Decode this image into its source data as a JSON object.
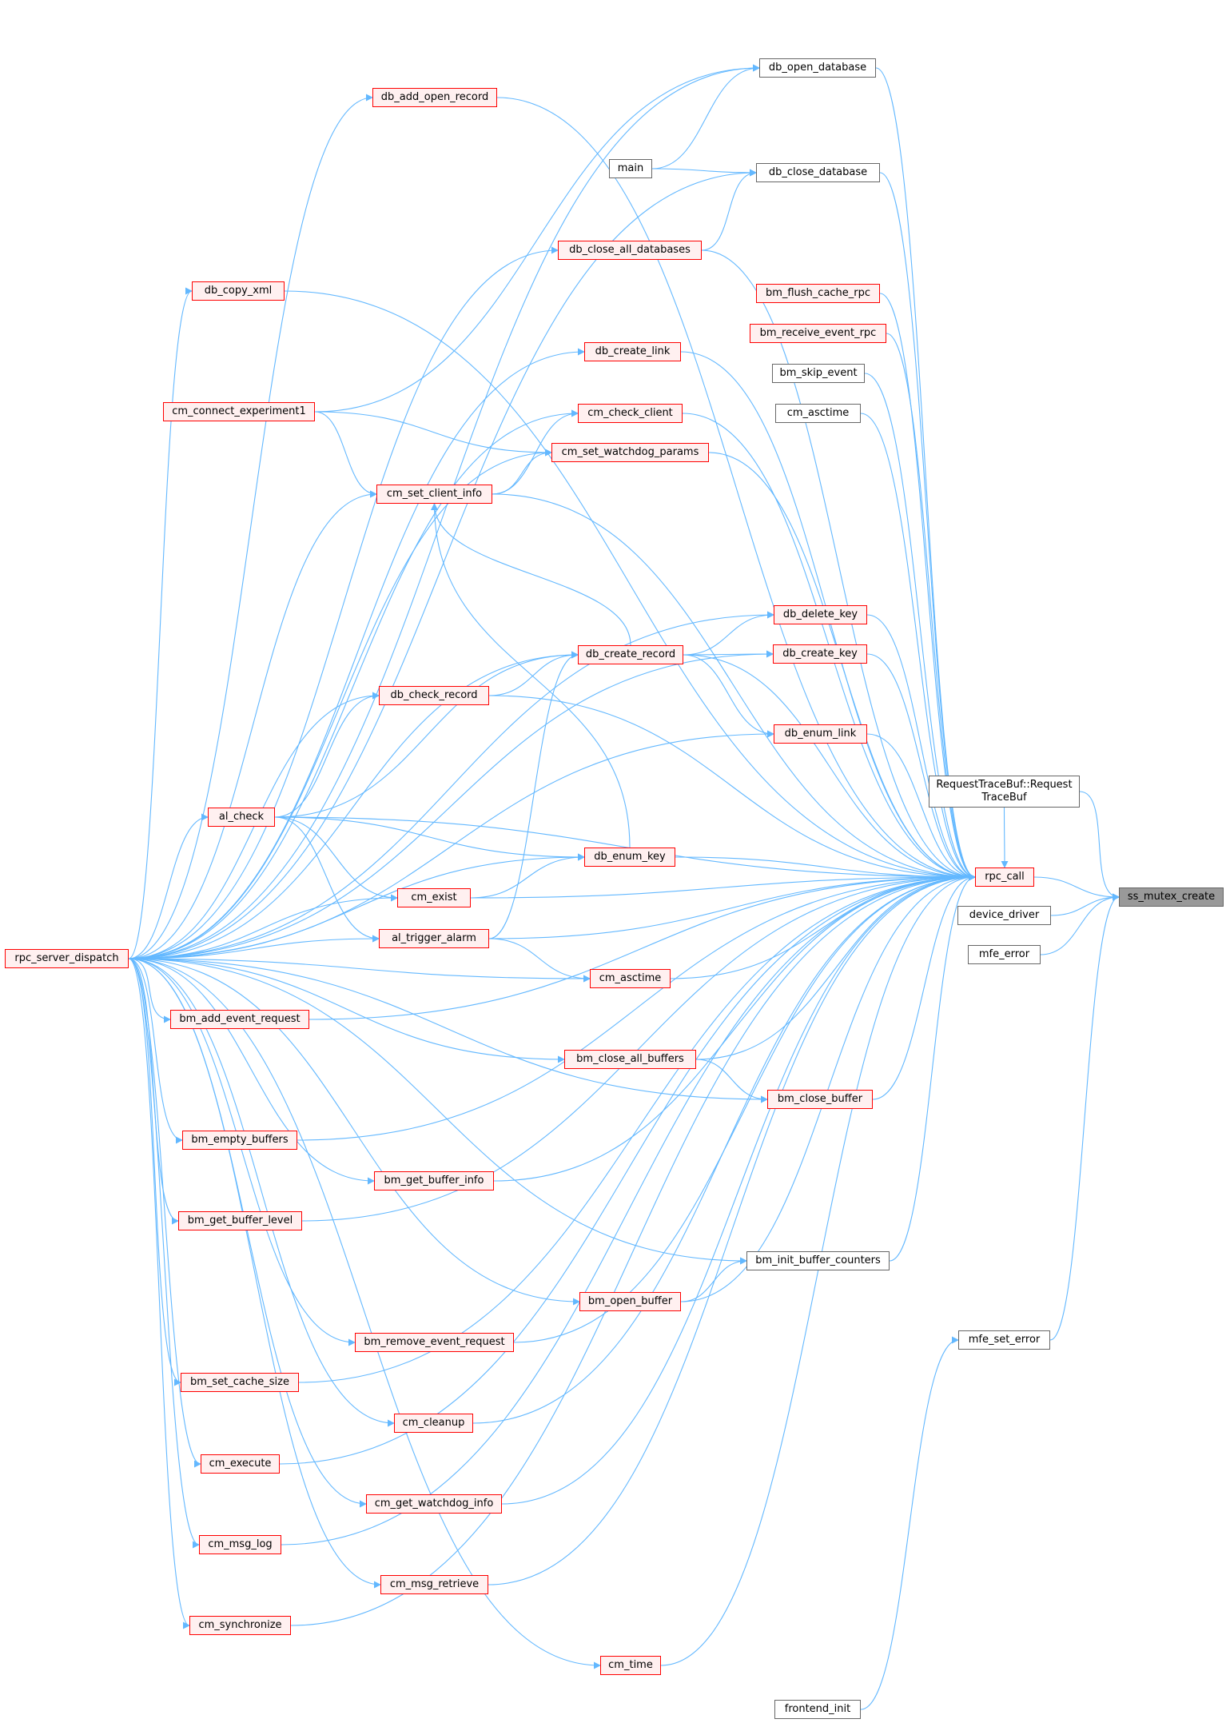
{
  "diagram": {
    "title": "",
    "colors": {
      "edge": "#63b8ff",
      "node_border": "#666666",
      "node_border_incomplete": "#ff0000",
      "node_fill_incomplete": "#fff0f0",
      "target_fill": "#999999"
    },
    "nodes": {
      "ss_mutex_create": "ss_mutex_create",
      "rpc_call": "rpc_call",
      "device_driver": "device_driver",
      "mfe_error": "mfe_error",
      "mfe_set_error": "mfe_set_error",
      "frontend_init": "frontend_init",
      "request_trace_buf": "RequestTraceBuf::Request TraceBuf",
      "rpc_server_dispatch": "rpc_server_dispatch",
      "db_open_database": "db_open_database",
      "db_add_open_record": "db_add_open_record",
      "main": "main",
      "db_close_database": "db_close_database",
      "db_close_all_databases": "db_close_all_databases",
      "db_copy_xml": "db_copy_xml",
      "bm_flush_cache_rpc": "bm_flush_cache_rpc",
      "bm_receive_event_rpc": "bm_receive_event_rpc",
      "bm_skip_event": "bm_skip_event",
      "cm_asctime_plain": "cm_asctime",
      "db_create_link": "db_create_link",
      "cm_connect_experiment1": "cm_connect_experiment1",
      "cm_check_client": "cm_check_client",
      "cm_set_watchdog_params": "cm_set_watchdog_params",
      "cm_set_client_info": "cm_set_client_info",
      "db_delete_key": "db_delete_key",
      "db_create_record": "db_create_record",
      "db_create_key": "db_create_key",
      "db_check_record": "db_check_record",
      "db_enum_link": "db_enum_link",
      "al_check": "al_check",
      "db_enum_key": "db_enum_key",
      "cm_exist": "cm_exist",
      "al_trigger_alarm": "al_trigger_alarm",
      "cm_asctime": "cm_asctime",
      "bm_add_event_request": "bm_add_event_request",
      "bm_close_all_buffers": "bm_close_all_buffers",
      "bm_close_buffer": "bm_close_buffer",
      "bm_empty_buffers": "bm_empty_buffers",
      "bm_get_buffer_info": "bm_get_buffer_info",
      "bm_get_buffer_level": "bm_get_buffer_level",
      "bm_init_buffer_counters": "bm_init_buffer_counters",
      "bm_open_buffer": "bm_open_buffer",
      "bm_remove_event_request": "bm_remove_event_request",
      "bm_set_cache_size": "bm_set_cache_size",
      "cm_cleanup": "cm_cleanup",
      "cm_execute": "cm_execute",
      "cm_get_watchdog_info": "cm_get_watchdog_info",
      "cm_msg_log": "cm_msg_log",
      "cm_msg_retrieve": "cm_msg_retrieve",
      "cm_synchronize": "cm_synchronize",
      "cm_time": "cm_time"
    },
    "edges": [
      [
        "rpc_call",
        "ss_mutex_create"
      ],
      [
        "device_driver",
        "ss_mutex_create"
      ],
      [
        "mfe_error",
        "ss_mutex_create"
      ],
      [
        "mfe_set_error",
        "ss_mutex_create"
      ],
      [
        "request_trace_buf",
        "ss_mutex_create"
      ],
      [
        "frontend_init",
        "mfe_set_error"
      ],
      [
        "db_open_database",
        "rpc_call"
      ],
      [
        "db_add_open_record",
        "rpc_call"
      ],
      [
        "db_close_database",
        "rpc_call"
      ],
      [
        "db_close_all_databases",
        "rpc_call"
      ],
      [
        "db_copy_xml",
        "rpc_call"
      ],
      [
        "bm_flush_cache_rpc",
        "rpc_call"
      ],
      [
        "bm_receive_event_rpc",
        "rpc_call"
      ],
      [
        "bm_skip_event",
        "rpc_call"
      ],
      [
        "cm_asctime_plain",
        "rpc_call"
      ],
      [
        "db_create_link",
        "rpc_call"
      ],
      [
        "cm_check_client",
        "rpc_call"
      ],
      [
        "cm_set_watchdog_params",
        "rpc_call"
      ],
      [
        "cm_set_client_info",
        "rpc_call"
      ],
      [
        "db_delete_key",
        "rpc_call"
      ],
      [
        "db_create_record",
        "rpc_call"
      ],
      [
        "db_create_key",
        "rpc_call"
      ],
      [
        "db_check_record",
        "rpc_call"
      ],
      [
        "db_enum_link",
        "rpc_call"
      ],
      [
        "al_check",
        "rpc_call"
      ],
      [
        "db_enum_key",
        "rpc_call"
      ],
      [
        "cm_exist",
        "rpc_call"
      ],
      [
        "al_trigger_alarm",
        "rpc_call"
      ],
      [
        "cm_asctime",
        "rpc_call"
      ],
      [
        "bm_add_event_request",
        "rpc_call"
      ],
      [
        "bm_close_all_buffers",
        "rpc_call"
      ],
      [
        "bm_close_buffer",
        "rpc_call"
      ],
      [
        "bm_empty_buffers",
        "rpc_call"
      ],
      [
        "bm_get_buffer_info",
        "rpc_call"
      ],
      [
        "bm_get_buffer_level",
        "rpc_call"
      ],
      [
        "bm_init_buffer_counters",
        "rpc_call"
      ],
      [
        "bm_open_buffer",
        "rpc_call"
      ],
      [
        "bm_remove_event_request",
        "rpc_call"
      ],
      [
        "bm_set_cache_size",
        "rpc_call"
      ],
      [
        "cm_cleanup",
        "rpc_call"
      ],
      [
        "cm_execute",
        "rpc_call"
      ],
      [
        "cm_get_watchdog_info",
        "rpc_call"
      ],
      [
        "cm_msg_log",
        "rpc_call"
      ],
      [
        "cm_msg_retrieve",
        "rpc_call"
      ],
      [
        "cm_synchronize",
        "rpc_call"
      ],
      [
        "cm_time",
        "rpc_call"
      ],
      [
        "request_trace_buf",
        "rpc_call"
      ],
      [
        "main",
        "db_open_database"
      ],
      [
        "cm_connect_experiment1",
        "db_open_database"
      ],
      [
        "rpc_server_dispatch",
        "db_open_database"
      ],
      [
        "rpc_server_dispatch",
        "db_add_open_record"
      ],
      [
        "main",
        "db_close_database"
      ],
      [
        "db_close_all_databases",
        "db_close_database"
      ],
      [
        "rpc_server_dispatch",
        "db_close_database"
      ],
      [
        "rpc_server_dispatch",
        "db_close_all_databases"
      ],
      [
        "rpc_server_dispatch",
        "db_copy_xml"
      ],
      [
        "rpc_server_dispatch",
        "db_create_link"
      ],
      [
        "rpc_server_dispatch",
        "cm_check_client"
      ],
      [
        "cm_set_client_info",
        "cm_check_client"
      ],
      [
        "cm_connect_experiment1",
        "cm_set_watchdog_params"
      ],
      [
        "cm_set_client_info",
        "cm_set_watchdog_params"
      ],
      [
        "rpc_server_dispatch",
        "cm_set_watchdog_params"
      ],
      [
        "cm_connect_experiment1",
        "cm_set_client_info"
      ],
      [
        "rpc_server_dispatch",
        "cm_set_client_info"
      ],
      [
        "db_create_record",
        "cm_set_client_info"
      ],
      [
        "db_enum_key",
        "cm_set_client_info"
      ],
      [
        "rpc_server_dispatch",
        "db_delete_key"
      ],
      [
        "db_create_record",
        "db_delete_key"
      ],
      [
        "rpc_server_dispatch",
        "db_create_key"
      ],
      [
        "db_create_record",
        "db_create_key"
      ],
      [
        "rpc_server_dispatch",
        "db_create_record"
      ],
      [
        "db_check_record",
        "db_create_record"
      ],
      [
        "al_check",
        "db_create_record"
      ],
      [
        "al_trigger_alarm",
        "db_create_record"
      ],
      [
        "rpc_server_dispatch",
        "db_enum_link"
      ],
      [
        "db_create_record",
        "db_enum_link"
      ],
      [
        "rpc_server_dispatch",
        "db_check_record"
      ],
      [
        "al_check",
        "db_check_record"
      ],
      [
        "rpc_server_dispatch",
        "al_check"
      ],
      [
        "al_check",
        "db_enum_key"
      ],
      [
        "cm_exist",
        "db_enum_key"
      ],
      [
        "rpc_server_dispatch",
        "db_enum_key"
      ],
      [
        "al_check",
        "cm_exist"
      ],
      [
        "rpc_server_dispatch",
        "cm_exist"
      ],
      [
        "al_check",
        "al_trigger_alarm"
      ],
      [
        "rpc_server_dispatch",
        "al_trigger_alarm"
      ],
      [
        "al_trigger_alarm",
        "cm_asctime"
      ],
      [
        "rpc_server_dispatch",
        "cm_asctime"
      ],
      [
        "rpc_server_dispatch",
        "bm_add_event_request"
      ],
      [
        "rpc_server_dispatch",
        "bm_close_all_buffers"
      ],
      [
        "bm_close_all_buffers",
        "bm_close_buffer"
      ],
      [
        "rpc_server_dispatch",
        "bm_close_buffer"
      ],
      [
        "rpc_server_dispatch",
        "bm_empty_buffers"
      ],
      [
        "rpc_server_dispatch",
        "bm_get_buffer_info"
      ],
      [
        "rpc_server_dispatch",
        "bm_get_buffer_level"
      ],
      [
        "rpc_server_dispatch",
        "bm_init_buffer_counters"
      ],
      [
        "bm_open_buffer",
        "bm_init_buffer_counters"
      ],
      [
        "rpc_server_dispatch",
        "bm_open_buffer"
      ],
      [
        "rpc_server_dispatch",
        "bm_remove_event_request"
      ],
      [
        "rpc_server_dispatch",
        "bm_set_cache_size"
      ],
      [
        "rpc_server_dispatch",
        "cm_cleanup"
      ],
      [
        "rpc_server_dispatch",
        "cm_execute"
      ],
      [
        "rpc_server_dispatch",
        "cm_get_watchdog_info"
      ],
      [
        "rpc_server_dispatch",
        "cm_msg_log"
      ],
      [
        "rpc_server_dispatch",
        "cm_msg_retrieve"
      ],
      [
        "rpc_server_dispatch",
        "cm_synchronize"
      ],
      [
        "rpc_server_dispatch",
        "cm_time"
      ]
    ]
  }
}
